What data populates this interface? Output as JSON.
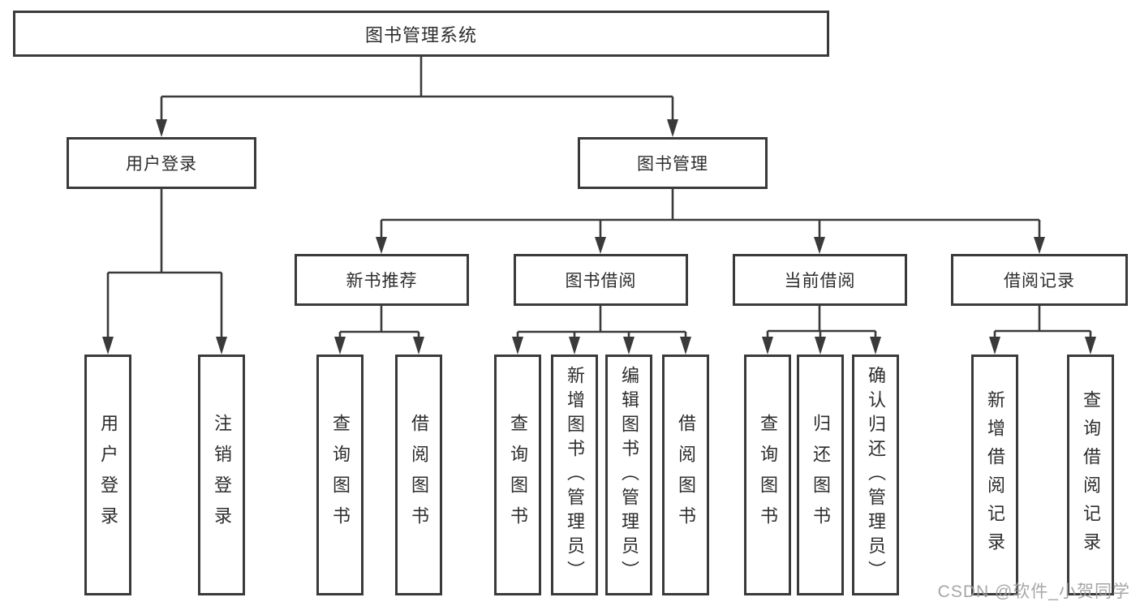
{
  "tree": {
    "root": "图书管理系统",
    "children": [
      {
        "label": "用户登录",
        "children": [
          "用户登录",
          "注销登录"
        ]
      },
      {
        "label": "图书管理",
        "children": [
          {
            "label": "新书推荐",
            "children": [
              "查询图书",
              "借阅图书"
            ]
          },
          {
            "label": "图书借阅",
            "children": [
              "查询图书",
              "新增图书（管理员）",
              "编辑图书（管理员）",
              "借阅图书"
            ]
          },
          {
            "label": "当前借阅",
            "children": [
              "查询图书",
              "归还图书",
              "确认归还（管理员）"
            ]
          },
          {
            "label": "借阅记录",
            "children": [
              "新增借阅记录",
              "查询借阅记录"
            ]
          }
        ]
      }
    ]
  },
  "watermark": {
    "text": "CSDN @软件_小贺同学"
  },
  "colors": {
    "line": "#3a3a3a",
    "box_border": "#3a3a3a",
    "text": "#2d2d2d",
    "watermark": "#9e9e9e",
    "background": "#ffffff"
  }
}
